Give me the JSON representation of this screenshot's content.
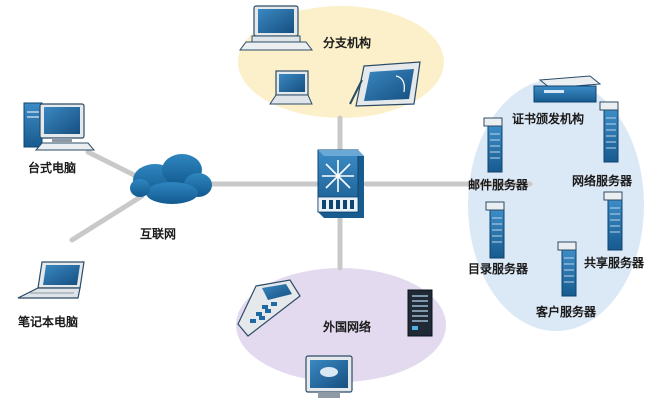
{
  "labels": {
    "branch": "分支机构",
    "desktop": "台式电脑",
    "internet": "互联网",
    "laptop": "笔记本电脑",
    "foreign": "外国网络",
    "ca": "证书颁发机构",
    "mail": "邮件服务器",
    "web": "网络服务器",
    "directory": "目录服务器",
    "share": "共享服务器",
    "client": "客户服务器"
  },
  "colors": {
    "branch_zone": "#fbf0c9",
    "foreign_zone": "#e3daf0",
    "server_zone": "#dbe8f6",
    "cloud": "#1e6fa6",
    "device": "#1f6aa3",
    "link": "#c9c9c9"
  }
}
